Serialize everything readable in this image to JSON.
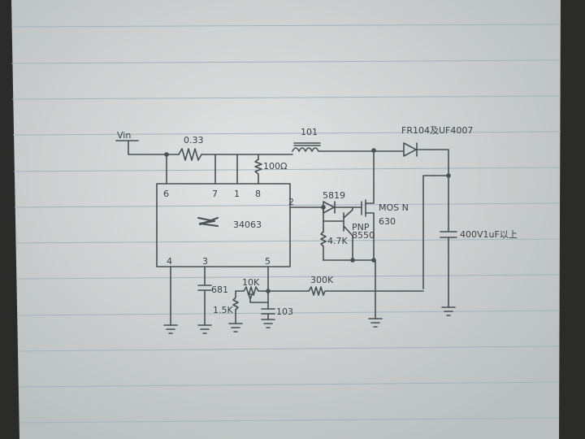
{
  "labels": {
    "vin": "Vin",
    "r_sense": "0.33",
    "inductor": "101",
    "r_100": "100Ω",
    "diode_out": "FR104及UF4007",
    "ic": "34063",
    "pin6": "6",
    "pin7": "7",
    "pin1": "1",
    "pin8": "8",
    "pin2": "2",
    "pin4": "4",
    "pin3": "3",
    "pin5": "5",
    "diode_gate": "5819",
    "mosfet": "MOS N",
    "mosfet_part": "630",
    "pnp": "PNP",
    "pnp_part": "8550",
    "r_base": "4.7K",
    "cap_out": "400V1uF以上",
    "cap_timing": "681",
    "pot": "10K",
    "r_fb_low": "1.5K",
    "cap_fb": "103",
    "r_fb": "300K"
  },
  "colors": {
    "paper": "#d9dddc",
    "rule": "#9fb2c0",
    "ink": "#4a5053"
  }
}
